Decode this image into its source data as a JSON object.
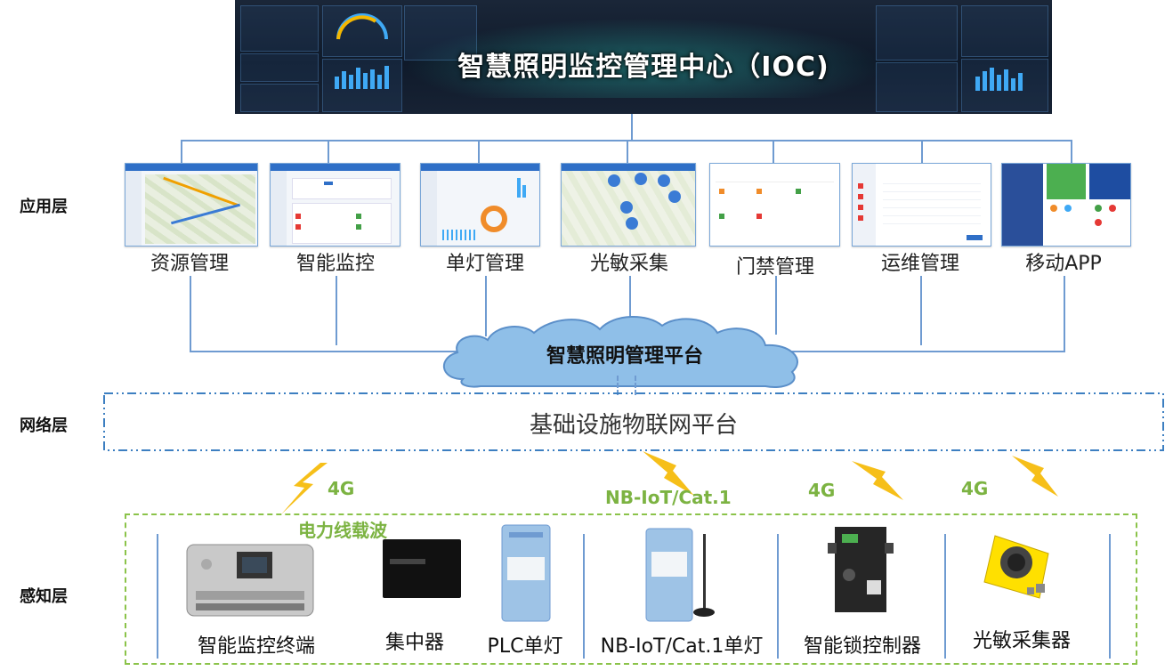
{
  "ioc": {
    "title": "智慧照明监控管理中心（IOC)"
  },
  "layers": {
    "application": "应用层",
    "network": "网络层",
    "perception": "感知层"
  },
  "apps": [
    {
      "label": "资源管理"
    },
    {
      "label": "智能监控"
    },
    {
      "label": "单灯管理"
    },
    {
      "label": "光敏采集"
    },
    {
      "label": "门禁管理"
    },
    {
      "label": "运维管理"
    },
    {
      "label": "移动APP"
    }
  ],
  "platform": {
    "label": "智慧照明管理平台"
  },
  "network_platform": {
    "label": "基础设施物联网平台"
  },
  "links": {
    "left_4g": "4G",
    "plc": "电力线载波",
    "nbiot": "NB-IoT/Cat.1",
    "mid_4g": "4G",
    "right_4g": "4G"
  },
  "devices": [
    {
      "label": "智能监控终端"
    },
    {
      "label": "集中器"
    },
    {
      "label": "PLC单灯"
    },
    {
      "label": "NB-IoT/Cat.1单灯"
    },
    {
      "label": "智能锁控制器"
    },
    {
      "label": "光敏采集器"
    }
  ],
  "colors": {
    "line_blue": "#6f9bd1",
    "cloud_blue": "#8fbfe8",
    "link_green": "#7cb342",
    "lightning": "#f5b800"
  }
}
